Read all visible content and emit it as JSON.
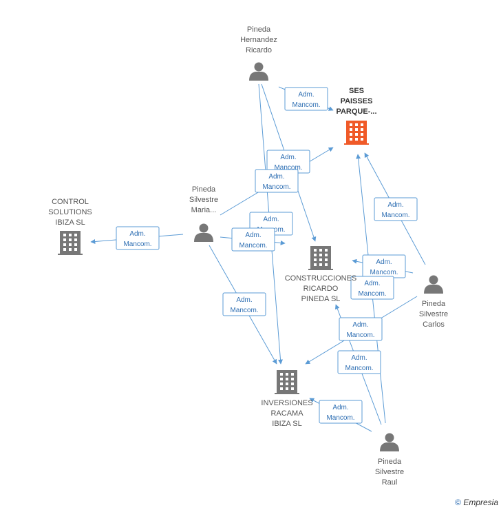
{
  "colors": {
    "edge": "#5b9bd5",
    "company": "#777777",
    "highlight": "#f05a28",
    "person": "#777777"
  },
  "nodes": [
    {
      "id": "ses",
      "type": "company",
      "highlight": true,
      "label": [
        "SES",
        "PAISSES",
        "PARQUE-..."
      ]
    },
    {
      "id": "control",
      "type": "company",
      "label": [
        "CONTROL",
        "SOLUTIONS",
        "IBIZA  SL"
      ]
    },
    {
      "id": "construcciones",
      "type": "company",
      "label": [
        "CONSTRUCCIONES",
        "RICARDO",
        "PINEDA SL"
      ]
    },
    {
      "id": "inversiones",
      "type": "company",
      "label": [
        "INVERSIONES",
        "RACAMA",
        "IBIZA SL"
      ]
    },
    {
      "id": "hernandez",
      "type": "person",
      "label": [
        "Pineda",
        "Hernandez",
        "Ricardo"
      ]
    },
    {
      "id": "maria",
      "type": "person",
      "label": [
        "Pineda",
        "Silvestre",
        "Maria..."
      ]
    },
    {
      "id": "carlos",
      "type": "person",
      "label": [
        "Pineda",
        "Silvestre",
        "Carlos"
      ]
    },
    {
      "id": "raul",
      "type": "person",
      "label": [
        "Pineda",
        "Silvestre",
        "Raul"
      ]
    }
  ],
  "relation_label": [
    "Adm.",
    "Mancom."
  ],
  "edges": [
    {
      "from": "hernandez",
      "to": "ses"
    },
    {
      "from": "hernandez",
      "to": "construcciones"
    },
    {
      "from": "hernandez",
      "to": "inversiones"
    },
    {
      "from": "maria",
      "to": "ses"
    },
    {
      "from": "maria",
      "to": "control"
    },
    {
      "from": "maria",
      "to": "construcciones"
    },
    {
      "from": "maria",
      "to": "inversiones"
    },
    {
      "from": "carlos",
      "to": "ses"
    },
    {
      "from": "carlos",
      "to": "construcciones"
    },
    {
      "from": "carlos",
      "to": "inversiones"
    },
    {
      "from": "raul",
      "to": "ses"
    },
    {
      "from": "raul",
      "to": "construcciones"
    },
    {
      "from": "raul",
      "to": "inversiones"
    }
  ],
  "footer": {
    "copyright": "©",
    "brand": "Empresia"
  }
}
